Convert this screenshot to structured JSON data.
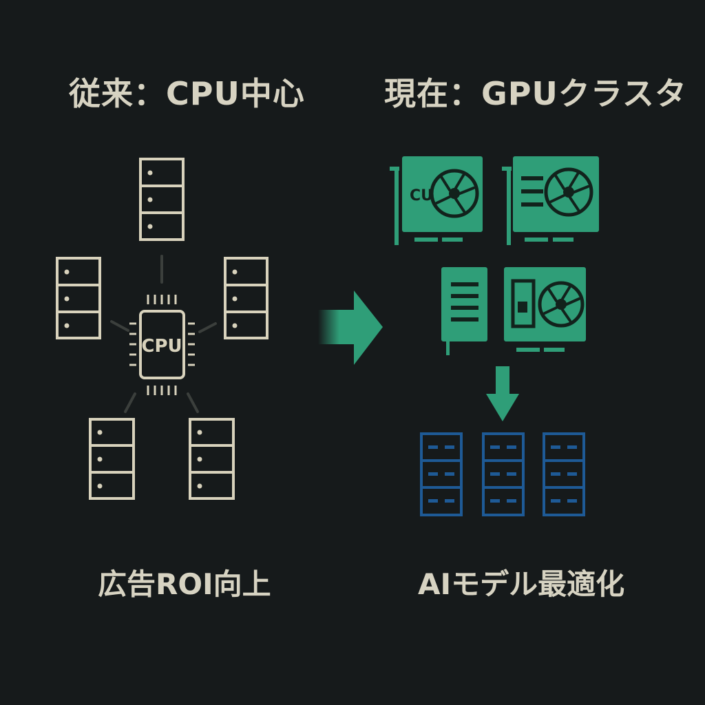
{
  "left": {
    "title": "従来：CPU中心",
    "cpu_label": "CPU",
    "caption": "広告ROI向上"
  },
  "right": {
    "title": "現在：GPUクラスタ",
    "gpu_label": "CU",
    "caption": "AIモデル最適化"
  },
  "colors": {
    "background": "#161a1b",
    "beige": "#d8d2bc",
    "green": "#2f9e78",
    "blue": "#1e5a96"
  },
  "icons": [
    "server-icon",
    "cpu-chip-icon",
    "gpu-card-icon",
    "fan-icon",
    "arrow-right-icon",
    "arrow-down-icon",
    "server-rack-icon"
  ]
}
